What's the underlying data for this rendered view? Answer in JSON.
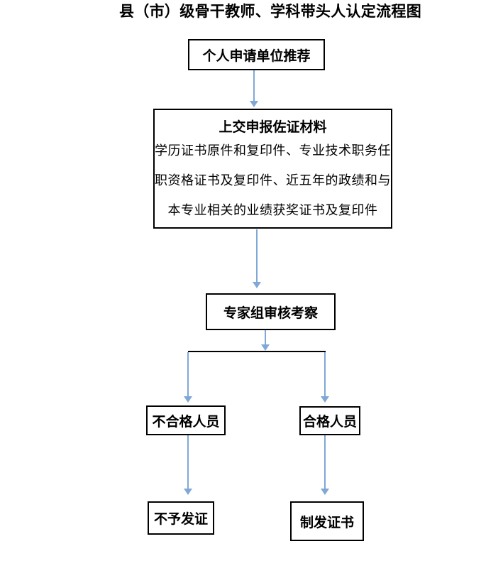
{
  "title": "县（市）级骨干教师、学科带头人认定流程图",
  "flowchart": {
    "nodes": {
      "apply": {
        "label": "个人申请单位推荐"
      },
      "materials": {
        "heading": "上交申报佐证材料",
        "body": "学历证书原件和复印件、专业技术职务任职资格证书及复印件、近五年的政绩和与本专业相关的业绩获奖证书及复印件",
        "body_lines": [
          "学历证书原件和复印件、专业技术职务任",
          "职资格证书及复印件、近五年的政绩和与",
          "本专业相关的业绩获奖证书及复印件"
        ]
      },
      "review": {
        "label": "专家组审核考察"
      },
      "unqualified": {
        "label": "不合格人员"
      },
      "qualified": {
        "label": "合格人员"
      },
      "no_certificate": {
        "label": "不予发证"
      },
      "issue_certificate": {
        "label": "制发证书"
      }
    },
    "edges": [
      "apply -> materials",
      "materials -> review",
      "review -> unqualified",
      "review -> qualified",
      "unqualified -> no_certificate",
      "qualified -> issue_certificate"
    ]
  },
  "colors": {
    "arrow": "#7fa8d8",
    "box_border": "#000000",
    "background": "#ffffff",
    "text": "#000000"
  }
}
